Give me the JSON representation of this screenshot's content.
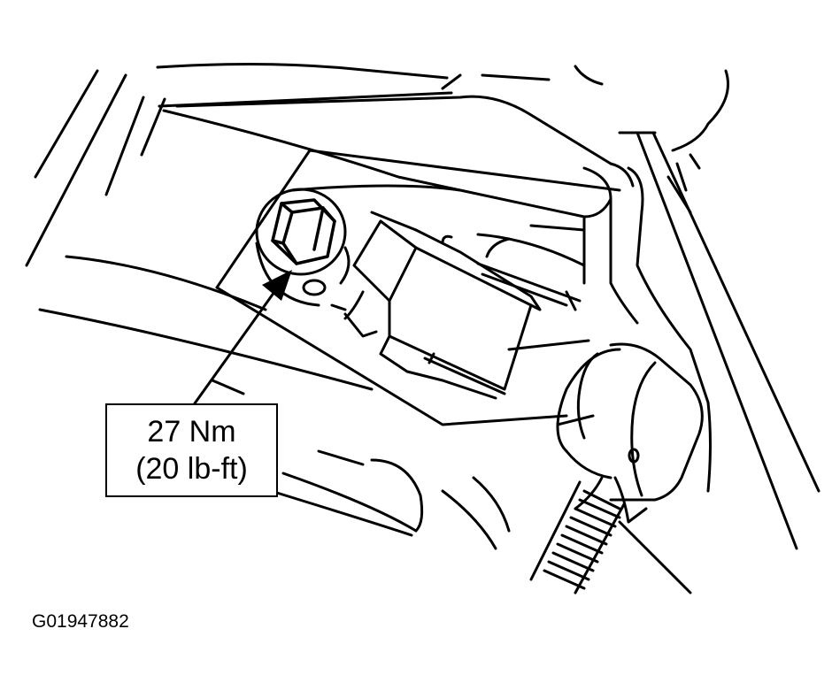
{
  "callout": {
    "torque_metric": "27 Nm",
    "torque_imperial": "(20 lb-ft)"
  },
  "figure_id": "G01947882"
}
